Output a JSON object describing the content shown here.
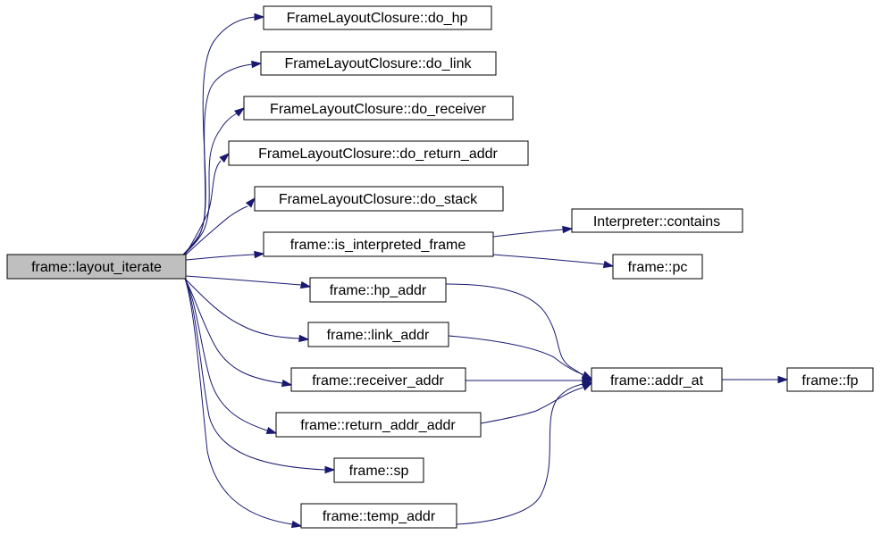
{
  "graph": {
    "colors": {
      "edge": "#191970",
      "root_fill": "#bfbfbf",
      "node_fill": "#ffffff",
      "node_border": "#000000"
    },
    "nodes": {
      "layout_iterate": "frame::layout_iterate",
      "do_hp": "FrameLayoutClosure::do_hp",
      "do_link": "FrameLayoutClosure::do_link",
      "do_receiver": "FrameLayoutClosure::do_receiver",
      "do_return_addr": "FrameLayoutClosure::do_return_addr",
      "do_stack": "FrameLayoutClosure::do_stack",
      "is_interpreted_frame": "frame::is_interpreted_frame",
      "interpreter_contains": "Interpreter::contains",
      "pc": "frame::pc",
      "hp_addr": "frame::hp_addr",
      "link_addr": "frame::link_addr",
      "receiver_addr": "frame::receiver_addr",
      "return_addr_addr": "frame::return_addr_addr",
      "sp": "frame::sp",
      "temp_addr": "frame::temp_addr",
      "addr_at": "frame::addr_at",
      "fp": "frame::fp"
    },
    "edges": [
      {
        "from": "layout_iterate",
        "to": "do_hp"
      },
      {
        "from": "layout_iterate",
        "to": "do_link"
      },
      {
        "from": "layout_iterate",
        "to": "do_receiver"
      },
      {
        "from": "layout_iterate",
        "to": "do_return_addr"
      },
      {
        "from": "layout_iterate",
        "to": "do_stack"
      },
      {
        "from": "layout_iterate",
        "to": "is_interpreted_frame"
      },
      {
        "from": "layout_iterate",
        "to": "hp_addr"
      },
      {
        "from": "layout_iterate",
        "to": "link_addr"
      },
      {
        "from": "layout_iterate",
        "to": "receiver_addr"
      },
      {
        "from": "layout_iterate",
        "to": "return_addr_addr"
      },
      {
        "from": "layout_iterate",
        "to": "sp"
      },
      {
        "from": "layout_iterate",
        "to": "temp_addr"
      },
      {
        "from": "is_interpreted_frame",
        "to": "interpreter_contains"
      },
      {
        "from": "is_interpreted_frame",
        "to": "pc"
      },
      {
        "from": "hp_addr",
        "to": "addr_at"
      },
      {
        "from": "link_addr",
        "to": "addr_at"
      },
      {
        "from": "receiver_addr",
        "to": "addr_at"
      },
      {
        "from": "return_addr_addr",
        "to": "addr_at"
      },
      {
        "from": "temp_addr",
        "to": "addr_at"
      },
      {
        "from": "addr_at",
        "to": "fp"
      }
    ]
  }
}
